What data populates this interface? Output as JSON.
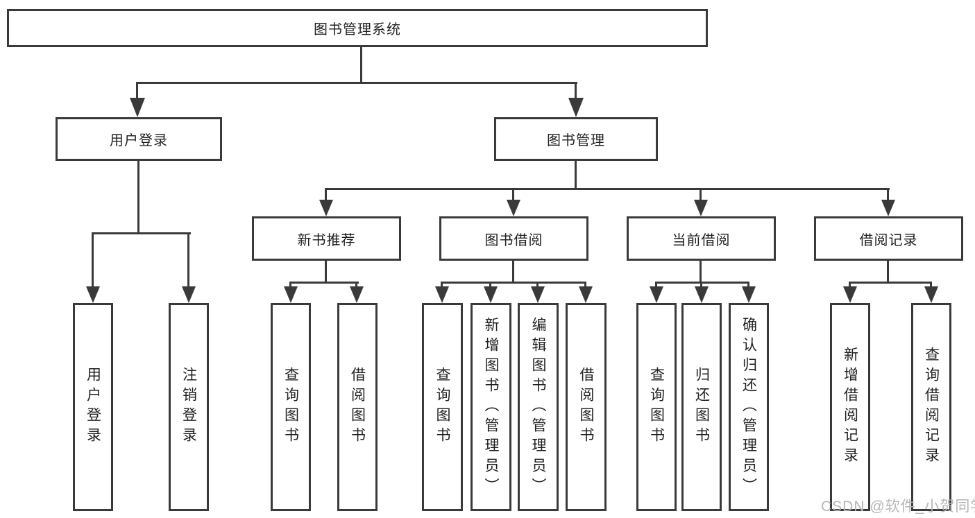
{
  "diagram": {
    "tree": {
      "label": "图书管理系统",
      "children": [
        {
          "label": "用户登录",
          "children": [
            {
              "label": "用户登录"
            },
            {
              "label": "注销登录"
            }
          ]
        },
        {
          "label": "图书管理",
          "children": [
            {
              "label": "新书推荐",
              "children": [
                {
                  "label": "查询图书"
                },
                {
                  "label": "借阅图书"
                }
              ]
            },
            {
              "label": "图书借阅",
              "children": [
                {
                  "label": "查询图书"
                },
                {
                  "label": "新增图书（管理员）"
                },
                {
                  "label": "编辑图书（管理员）"
                },
                {
                  "label": "借阅图书"
                }
              ]
            },
            {
              "label": "当前借阅",
              "children": [
                {
                  "label": "查询图书"
                },
                {
                  "label": "归还图书"
                },
                {
                  "label": "确认归还（管理员）"
                }
              ]
            },
            {
              "label": "借阅记录",
              "children": [
                {
                  "label": "新增借阅记录"
                },
                {
                  "label": "查询借阅记录"
                }
              ]
            }
          ]
        }
      ]
    },
    "colors": {
      "line": "#3a3a3a",
      "background": "#ffffff",
      "text": "#1f1f1f",
      "watermark": "#b5b5b5"
    }
  },
  "watermark": {
    "text": "CSDN @软件_小贺同学"
  }
}
